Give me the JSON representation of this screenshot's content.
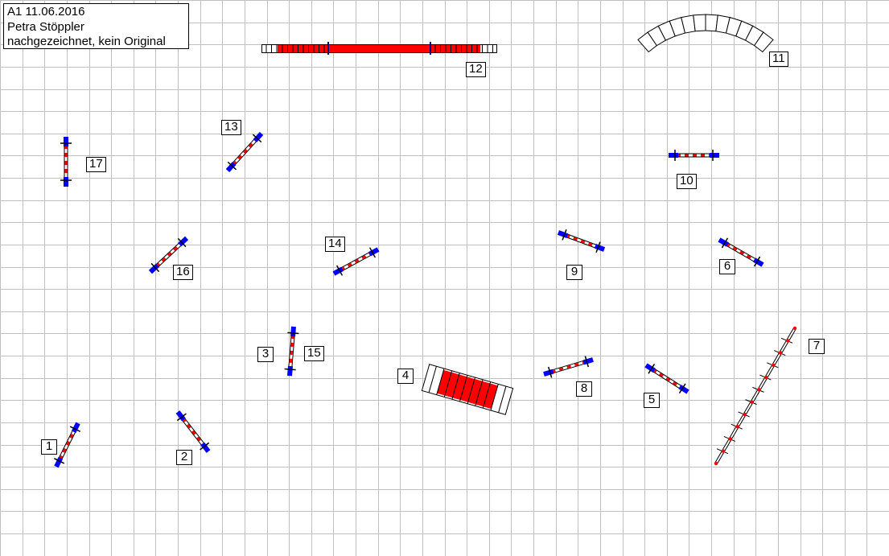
{
  "header": {
    "line1": "A1 11.06.2016",
    "line2": "Petra Stöppler",
    "line3": "nachgezeichnet, kein Original"
  },
  "obstacles": {
    "n1": "1",
    "n2": "2",
    "n3": "3",
    "n4": "4",
    "n5": "5",
    "n6": "6",
    "n7": "7",
    "n8": "8",
    "n9": "9",
    "n10": "10",
    "n11": "11",
    "n12": "12",
    "n13": "13",
    "n14": "14",
    "n15": "15",
    "n16": "16",
    "n17": "17"
  },
  "colors": {
    "grid": "#c0c0c0",
    "bar_red": "#ff0000",
    "wing_blue": "#0000ff",
    "outline": "#000000"
  }
}
